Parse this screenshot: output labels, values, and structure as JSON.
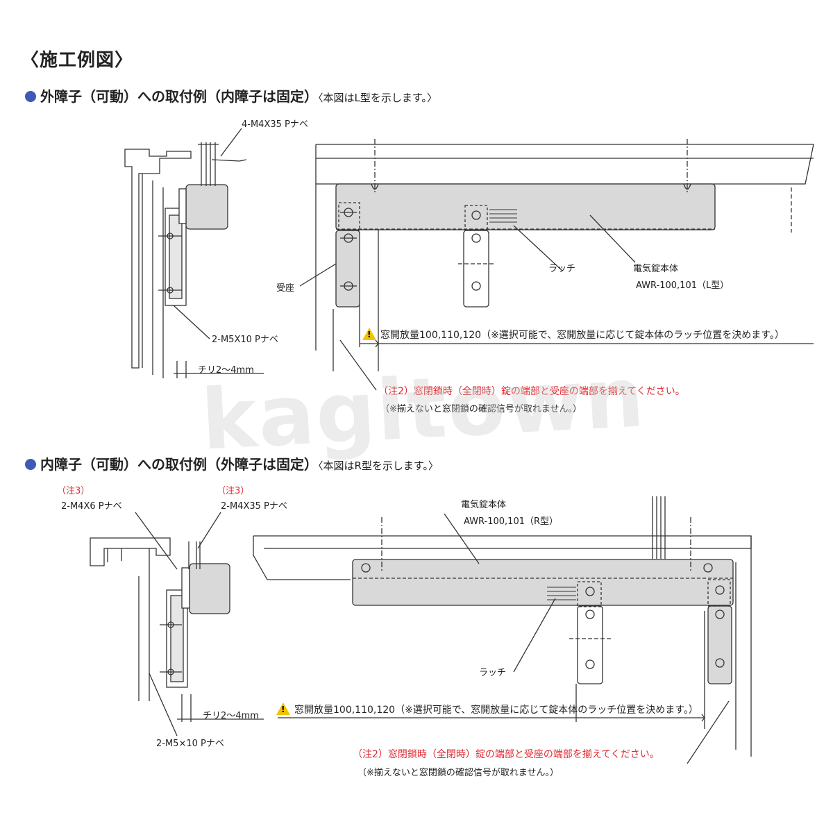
{
  "title": "〈施工例図〉",
  "section1": {
    "heading": "外障子（可動）への取付例（内障子は固定）",
    "subheading": "〈本図はL型を示します。〉",
    "screw_top": "4-M4X35 Pナベ",
    "screw_bottom": "2-M5X10 Pナベ",
    "chiri": "チリ2～4mm",
    "ukeza": "受座",
    "latch": "ラッチ",
    "body_label": "電気錠本体",
    "body_model": "AWR-100,101（L型）",
    "warning": "窓開放量100,110,120（※選択可能で、窓開放量に応じて錠本体のラッチ位置を決めます。）",
    "note_red": "（注2）窓閉鎖時（全閉時）錠の端部と受座の端部を揃えてください。",
    "note_black": "（※揃えないと窓閉鎖の確認信号が取れません。）"
  },
  "section2": {
    "heading": "内障子（可動）への取付例（外障子は固定）",
    "subheading": "〈本図はR型を示します。〉",
    "note3_left": "（注3）",
    "screw_left": "2-M4X6 Pナベ",
    "note3_right": "（注3）",
    "screw_right": "2-M4X35 Pナベ",
    "body_label": "電気錠本体",
    "body_model": "AWR-100,101（R型）",
    "latch": "ラッチ",
    "chiri": "チリ2～4mm",
    "screw_bottom": "2-M5×10 Pナベ",
    "warning": "窓開放量100,110,120（※選択可能で、窓開放量に応じて錠本体のラッチ位置を決めます。）",
    "note_red": "（注2）窓閉鎖時（全閉時）錠の端部と受座の端部を揃えてください。",
    "note_black": "（※揃えないと窓閉鎖の確認信号が取れません。）"
  },
  "watermark": "kagitown",
  "colors": {
    "bullet": "#3b5bb5",
    "red": "#e0282e",
    "part_fill": "#d9d9d9",
    "warning": "#f2c300"
  }
}
